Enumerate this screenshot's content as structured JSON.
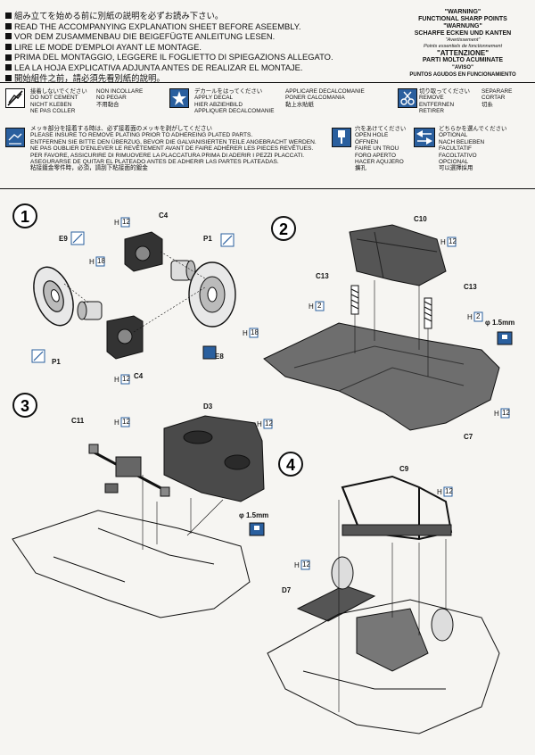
{
  "header": {
    "instructions": [
      "組み立てを始める前に別紙の説明を必ずお読み下さい。",
      "READ THE ACCOMPANYING EXPLANATION SHEET BEFORE ASEEMBLY.",
      "VOR DEM ZUSAMMENBAU DIE BEIGEFÜGTE ANLEITUNG LESEN.",
      "LIRE LE MODE D'EMPLOI AYANT LE MONTAGE.",
      "PRIMA DEL MONTAGGIO, LEGGERE IL FOGLIETTO DI SPIEGAZIONS ALLEGATO.",
      "LEA LA HOJA EXPLICATIVA ADJUNTA ANTES DE REALIZAR EL MONTAJE.",
      "開始組件之前，請必須先看別紙的說明。"
    ],
    "warning": {
      "en_title": "\"WARNING\"",
      "en_text": "FUNCTIONAL SHARP POINTS",
      "de_title": "\"WARNUNG\"",
      "de_text": "SCHARFE ECKEN UND KANTEN",
      "fr_title": "\"Avertissement\"",
      "fr_text": "Points essentiels de fonctionnement",
      "it_title": "\"ATTENZIONE\"",
      "it_text": "PARTI MOLTO ACUMINATE",
      "es_title": "\"AVISO\"",
      "es_text": "PUNTOS AGUDOS EN FUNCIONAMIENTO"
    }
  },
  "symbols": {
    "no_cement": {
      "lines": [
        "接着しないでください",
        "DO NOT CEMENT",
        "NICHT KLEBEN",
        "NE PAS COLLER"
      ],
      "lines2": [
        "NON INCOLLARE",
        "NO PEGAR",
        "不用黏合"
      ]
    },
    "decal": {
      "lines": [
        "デカールをはってください",
        "APPLY DECAL",
        "HIER ABZIEHBILD",
        "APPLIQUER DECALCOMANIE"
      ],
      "lines2": [
        "APPLICARE DECALCOMANIE",
        "PONER CALCOMANIA",
        "黏上水貼紙"
      ]
    },
    "remove": {
      "lines": [
        "切り取ってください",
        "REMOVE",
        "ENTFERNEN",
        "RETIRER"
      ],
      "lines2": [
        "SEPARARE",
        "CORTAR",
        "切糸"
      ]
    },
    "plating": {
      "lines": [
        "メッキ部分を接着する時は、必ず接着面のメッキを剥がしてください",
        "PLEASE INSURE TO REMOVE PLATING PRIOR TO ADHEREING PLATED PARTS.",
        "ENTFERNEN SIE BITTE DEN ÜBERZUG, BEVOR DIE GALVANISIERTEN TEILE ANGEBRACHT WERDEN.",
        "NE PAS OUBLIER D'ENLEVER LE REVÊTEMENT AVANT DE FAIRE ADHÉRER LES PIECES REVÊTUES.",
        "PER FAVORE, ASSICURIRE DI RIMUOVERE LA PLACCATURA PRIMA DI ADERIR I PEZZI PLACCATI.",
        "ASEGURARSE DE QUITAR EL PLATEADO ANTES DE ADHERIR LAS PARTES PLATEADAS.",
        "粘接鍍金零件時，必須，請刮下粘接面的鍍金"
      ]
    },
    "open_hole": {
      "lines": [
        "穴をあけてください",
        "OPEN HOLE",
        "ÖFFNEN",
        "FAIRE UN TROU",
        "FORO APERTO",
        "HACER AQUJERO",
        "擴孔"
      ]
    },
    "optional": {
      "lines": [
        "どちらかを選んでください",
        "OPTIONAL",
        "NACH BELIEBEN",
        "FACULTATIF",
        "FACOLTATIVO",
        "OPCIONAL",
        "可以選擇採用"
      ]
    }
  },
  "steps": {
    "s1": "1",
    "s2": "2",
    "s3": "3",
    "s4": "4"
  },
  "parts": {
    "c4": "C4",
    "e9": "E9",
    "p1": "P1",
    "h18": "H",
    "h18n": "18",
    "h12": "H",
    "h12n": "12",
    "e8": "E8",
    "c10": "C10",
    "c13": "C13",
    "h2": "H",
    "h2n": "2",
    "phi": "φ 1.5mm",
    "c7": "C7",
    "c11": "C11",
    "d3": "D3",
    "c9": "C9",
    "d7": "D7"
  }
}
